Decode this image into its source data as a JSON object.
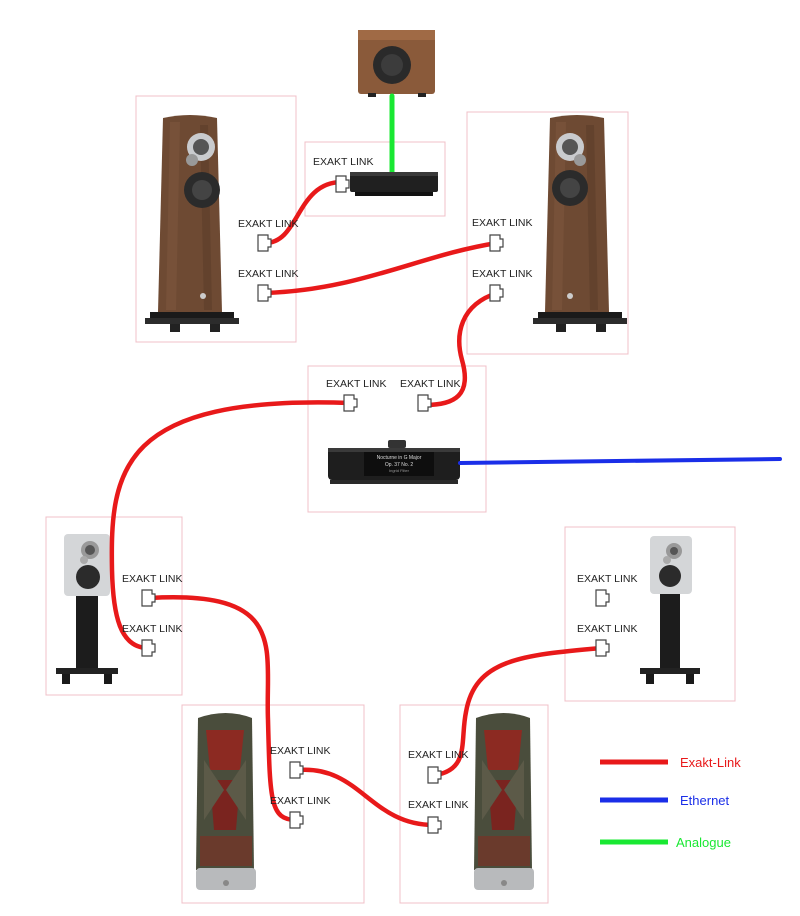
{
  "port_label": "EXAKT LINK",
  "screen": {
    "line1": "Nocturne in G Major",
    "line2": "Op. 37 No. 2",
    "line3": "Ingrid Fliter"
  },
  "legend": [
    {
      "label": "Exakt-Link",
      "color": "#e8191a"
    },
    {
      "label": "Ethernet",
      "color": "#1a2ee8"
    },
    {
      "label": "Analogue",
      "color": "#19e832"
    }
  ],
  "colors": {
    "exakt": "#e8191a",
    "ethernet": "#1a2ee8",
    "analogue": "#19e832",
    "walnut": "#6e4a33"
  }
}
